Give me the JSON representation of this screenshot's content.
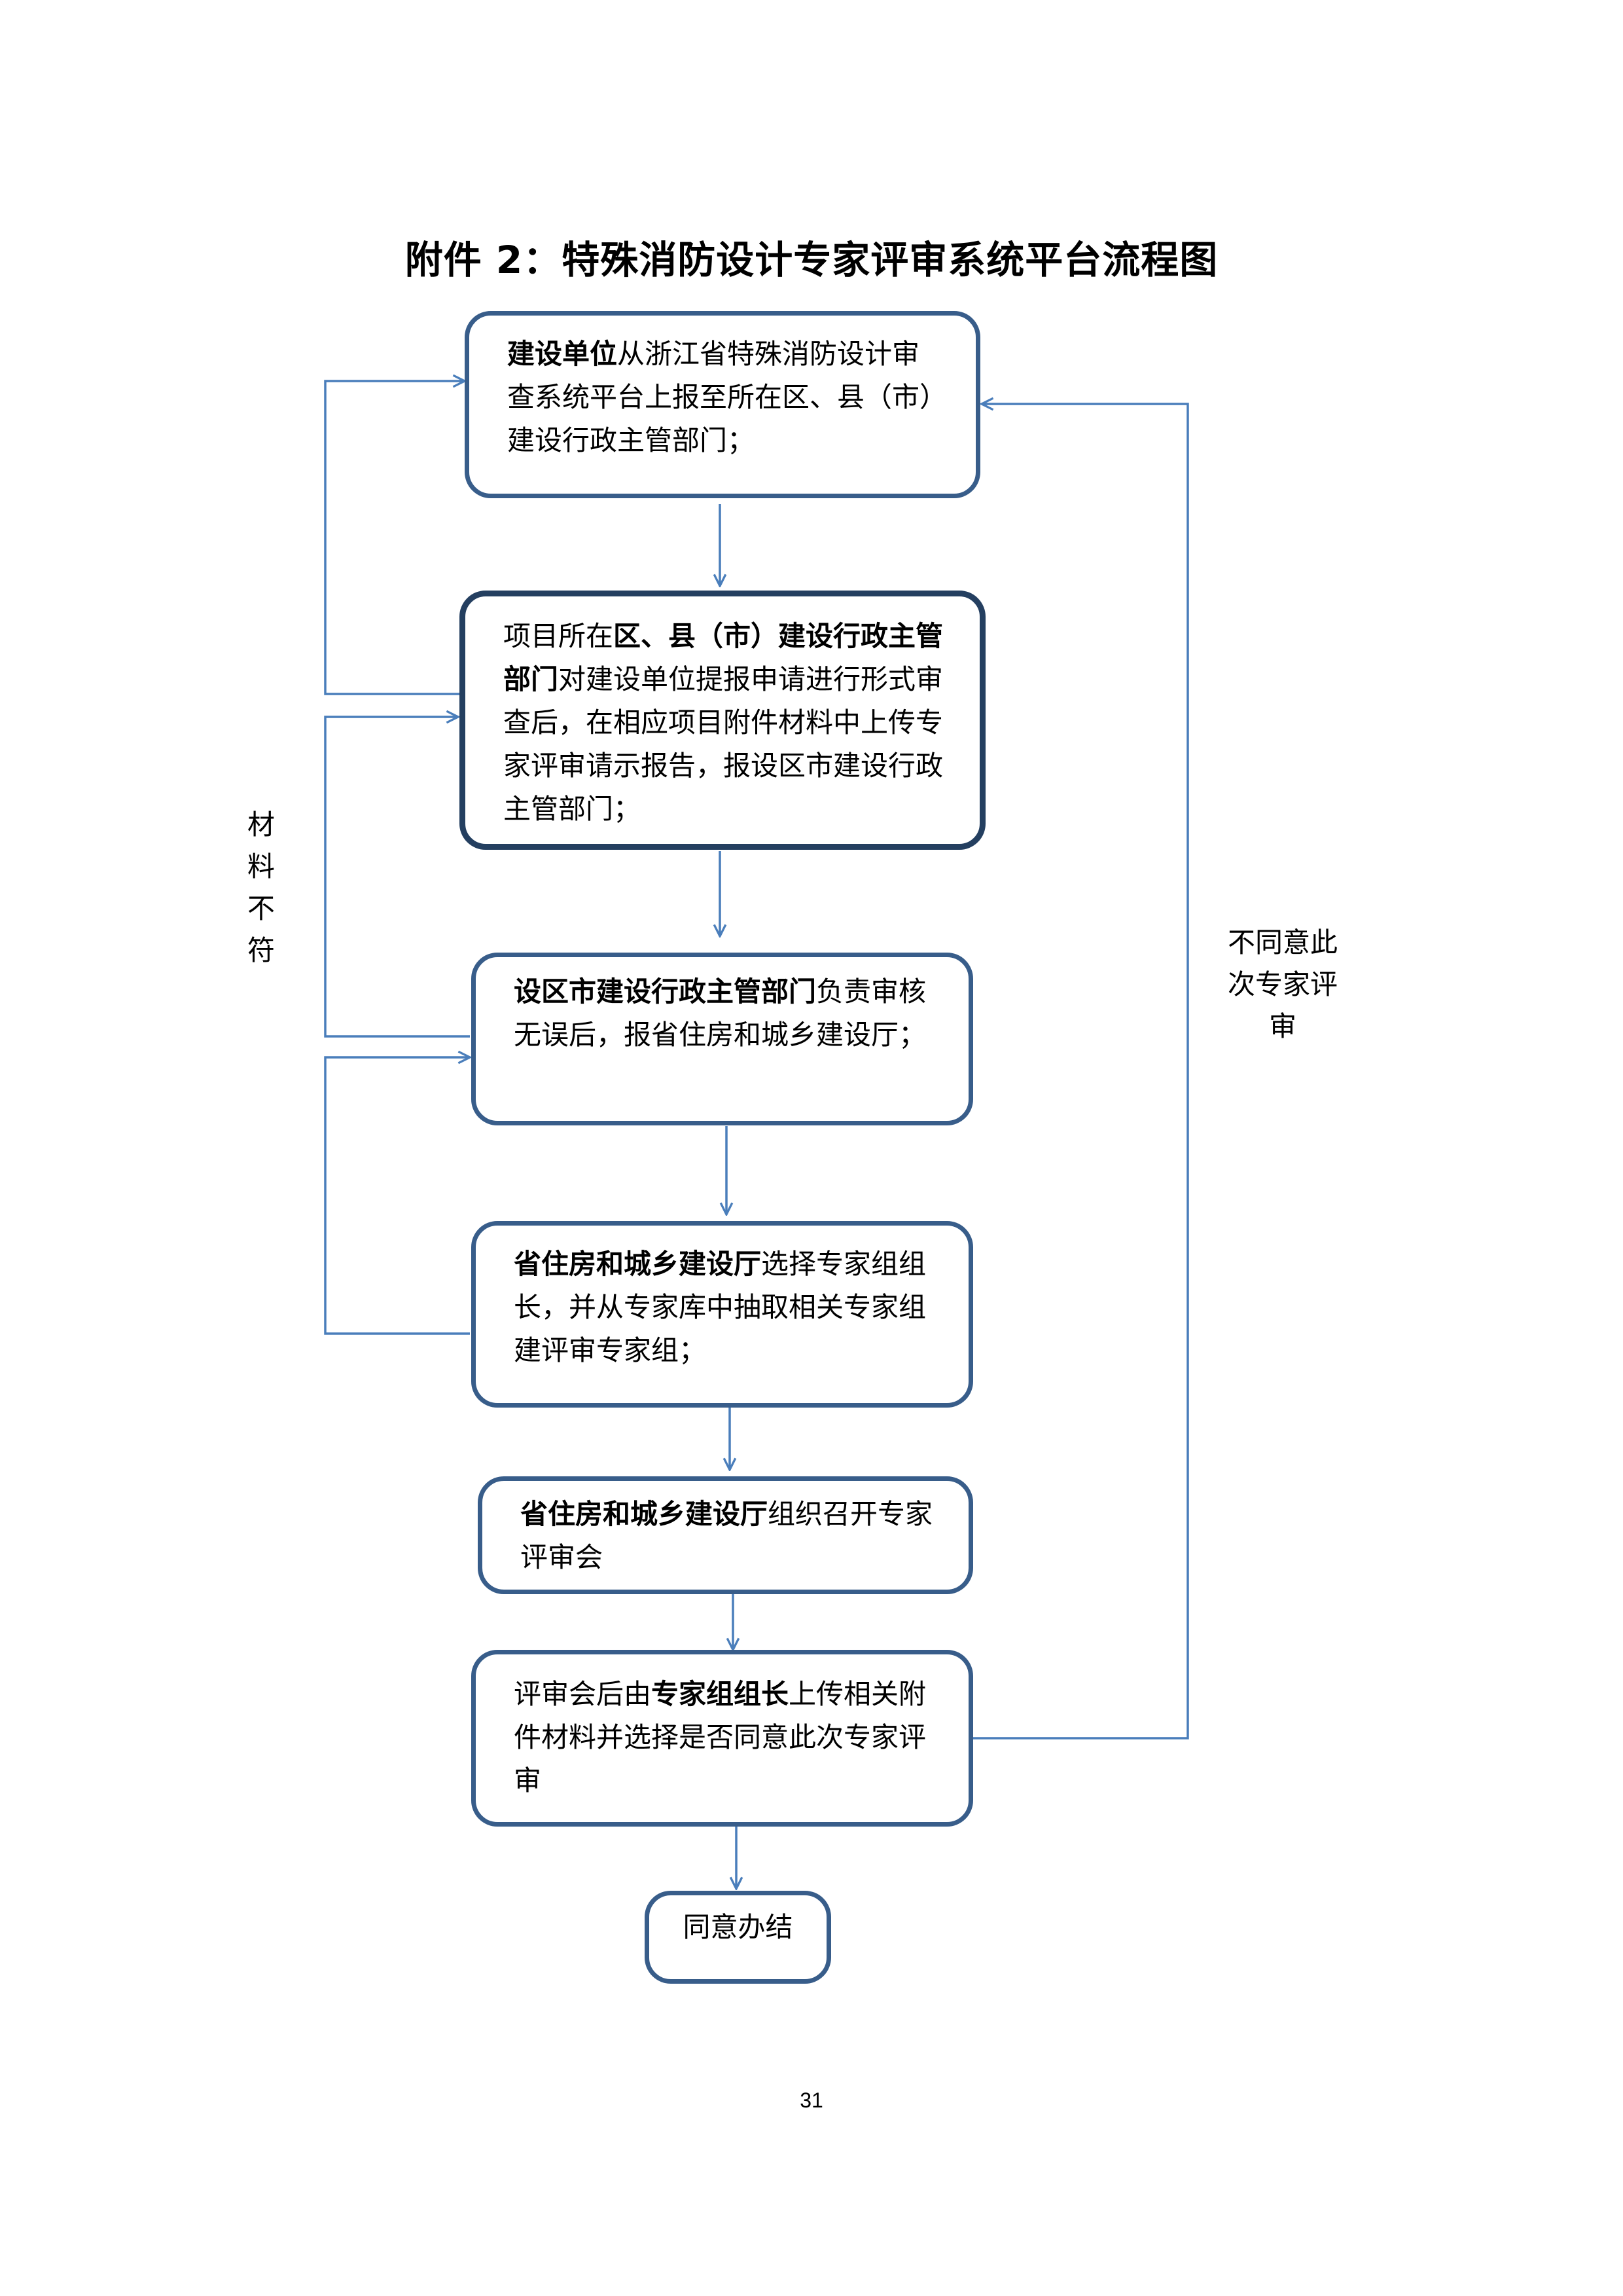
{
  "title": "附件 2：特殊消防设计专家评审系统平台流程图",
  "steps": [
    {
      "bold": "建设单位",
      "text": "从浙江省特殊消防设计审查系统平台上报至所在区、县（市）建设行政主管部门；"
    },
    {
      "lead": "项目所在",
      "bold": "区、县（市）建设行政主管部门",
      "text": "对建设单位提报申请进行形式审查后，在相应项目附件材料中上传专家评审请示报告，报设区市建设行政主管部门；"
    },
    {
      "bold": "设区市建设行政主管部门",
      "text": "负责审核无误后，报省住房和城乡建设厅；"
    },
    {
      "bold": "省住房和城乡建设厅",
      "text": "选择专家组组长，并从专家库中抽取相关专家组建评审专家组；"
    },
    {
      "bold": "省住房和城乡建设厅",
      "text": "组织召开专家评审会"
    },
    {
      "lead": "评审会后由",
      "bold": "专家组组长",
      "text": "上传相关附件材料并选择是否同意此次专家评审"
    },
    {
      "text": "同意办结"
    }
  ],
  "labels": {
    "left_loop": "材料不符",
    "right_loop": "不同意此次专家评审"
  },
  "page_number": "31",
  "colors": {
    "box_border": "#385d8a",
    "box_border_emphasis": "#243f60",
    "connector": "#4a7ebb"
  }
}
